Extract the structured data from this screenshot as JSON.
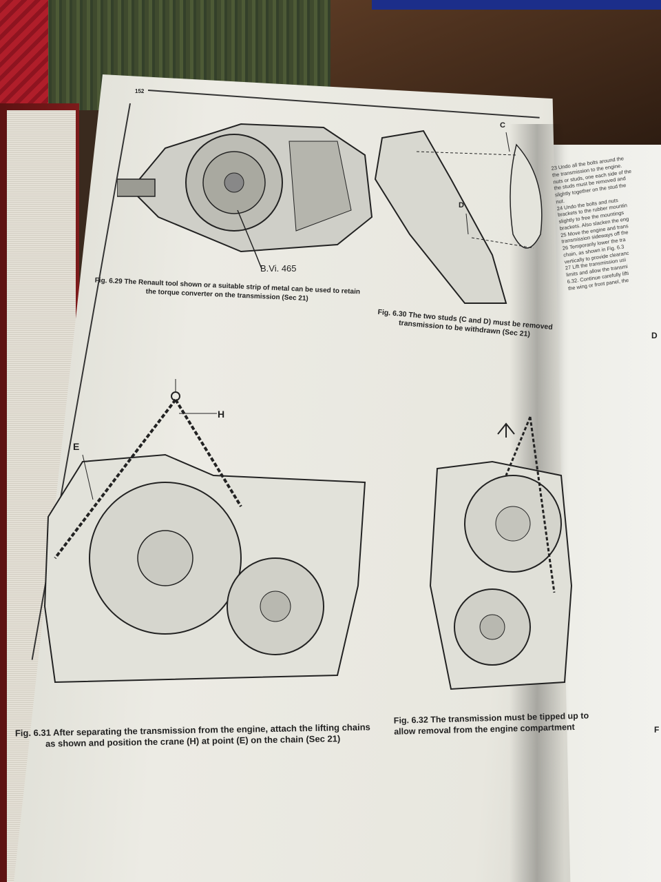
{
  "page_number": "152",
  "figures": {
    "fig_6_29": {
      "label": "B.Vi. 465",
      "caption": "Fig. 6.29 The Renault tool shown or a suitable strip of metal can be used to retain the torque converter on the transmission (Sec 21)"
    },
    "fig_6_30": {
      "label_c": "C",
      "label_d": "D",
      "caption": "Fig. 6.30 The two studs (C and D) must be removed transmission to be withdrawn (Sec 21)"
    },
    "fig_6_31": {
      "label_e": "E",
      "label_h": "H",
      "caption": "Fig. 6.31 After separating the transmission from the engine, attach the lifting chains as shown and position the crane (H) at point (E) on the chain (Sec 21)"
    },
    "fig_6_32": {
      "caption": "Fig. 6.32 The transmission must be tipped up to allow removal from the engine compartment"
    }
  },
  "sidebar_text": [
    "23 Undo all the bolts around the",
    "the transmission to the engine.",
    "nuts or studs, one each side of the",
    "the studs must be removed and",
    "slightly together on the stud the",
    "nut.",
    "24 Undo the bolts and nuts",
    "brackets to the rubber mountin",
    "slightly to free the mountings",
    "brackets. Also slacken the eng",
    "25 Move the engine and trans",
    "transmission sideways off the",
    "26 Temporarily lower the tra",
    "chain, as shown in Fig. 6.3",
    "vertically to provide clearanc",
    "27 Lift the transmission usi",
    "limits and allow the transmi",
    "6.32. Continue carefully lifti",
    "the wing or front panel, the"
  ],
  "edge_fragments": {
    "right_label": "D",
    "right_caption_start": "F"
  }
}
